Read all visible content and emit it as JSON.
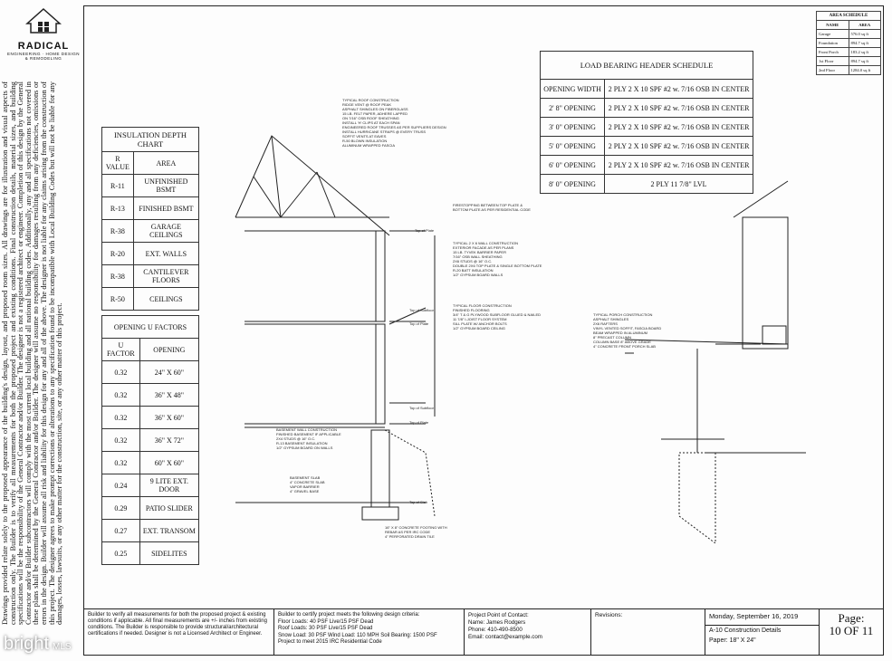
{
  "logo": {
    "name": "RADICAL",
    "sub": "ENGINEERING · HOME DESIGN & REMODELING"
  },
  "disclaimer": "Drawings provided relate solely to the proposed appearance of the building's design, layout, and proposed room sizes. All drawings are for illustration and visual aspects of construction only. The Builder is to verify all measurements for both the proposed project and existing conditions. Final construction details, material sizes, and building specifications will be the responsibility of the General Contractor and/or Builder. The designer is not a registered architect or engineer. Completion of this design by the General Contractor and/or Builder subcontractors will comply with the most current local building and all national building codes. Additionally, any and all specifications not covered in these plans shall be determined by the General Contractor and/or Builder. The designer will assume no responsibility for damages resulting from any deficiencies, omissions or errors in the design. Builder will assume all risk and liability for this design for any and all of the above. The designer is not liable for any claims arising from the construction of this project. The designer agrees to make prompt corrections or alterations to any specification found to be incompatible with Local Building Codes but will not be liable for any damages, losses, lawsuits, or any other matter for the construction, site, or any other matter of this project.",
  "area_schedule": {
    "title": "AREA SCHEDULE",
    "headers": [
      "NAME",
      "AREA"
    ],
    "rows": [
      [
        "Garage",
        "576.0 sq ft"
      ],
      [
        "Foundation",
        "894.7 sq ft"
      ],
      [
        "Front Porch",
        "183.2 sq ft"
      ],
      [
        "1st Floor",
        "894.7 sq ft"
      ],
      [
        "2nd Floor",
        "1284.0 sq ft"
      ]
    ]
  },
  "insulation": {
    "title": "INSULATION DEPTH CHART",
    "headers": [
      "R VALUE",
      "AREA"
    ],
    "rows": [
      [
        "R-11",
        "UNFINISHED BSMT"
      ],
      [
        "R-13",
        "FINISHED BSMT"
      ],
      [
        "R-38",
        "GARAGE CEILINGS"
      ],
      [
        "R-20",
        "EXT. WALLS"
      ],
      [
        "R-38",
        "CANTILEVER FLOORS"
      ],
      [
        "R-50",
        "CEILINGS"
      ]
    ]
  },
  "u_factors": {
    "title": "OPENING U FACTORS",
    "headers": [
      "U FACTOR",
      "OPENING"
    ],
    "rows": [
      [
        "0.32",
        "24\" X 60\""
      ],
      [
        "0.32",
        "36\" X 48\""
      ],
      [
        "0.32",
        "36\" X 60\""
      ],
      [
        "0.32",
        "36\" X 72\""
      ],
      [
        "0.32",
        "60\" X 60\""
      ],
      [
        "0.24",
        "9 LITE EXT. DOOR"
      ],
      [
        "0.29",
        "PATIO SLIDER"
      ],
      [
        "0.27",
        "EXT. TRANSOM"
      ],
      [
        "0.25",
        "SIDELITES"
      ]
    ]
  },
  "header_schedule": {
    "title": "LOAD BEARING HEADER SCHEDULE",
    "headers": [
      "OPENING WIDTH",
      "2 PLY 2 X 10 SPF #2 w. 7/16 OSB IN CENTER"
    ],
    "rows": [
      [
        "2' 8\"  OPENING",
        "2 PLY 2 X 10 SPF #2 w. 7/16 OSB IN CENTER"
      ],
      [
        "3' 0\"  OPENING",
        "2 PLY 2 X 10 SPF #2 w. 7/16 OSB IN CENTER"
      ],
      [
        "5' 0\"  OPENING",
        "2 PLY 2 X 10 SPF #2 w. 7/16 OSB IN CENTER"
      ],
      [
        "6' 0\"  OPENING",
        "2 PLY 2 X 10 SPF #2 w. 7/16 OSB IN CENTER"
      ],
      [
        "8' 0\"  OPENING",
        "2 PLY 11 7/8\" LVL"
      ]
    ]
  },
  "notes": {
    "roof": "TYPICAL ROOF CONSTRUCTION\nRIDGE VENT @ ROOF PEAK\nASPHALT SHINGLES ON FIBERGLASS\n15 LB. FELT PAPER, ADHERE LAPPED\nON 7/16\" OSB ROOF SHEATHING\nINSTALL 'H' CLIPS AT EACH SPAN\nENGINEERED ROOF TRUSSES AS PER SUPPLIERS DESIGN\nINSTALL HURRICANE STRAPS @ EVERY TRUSS\nSOFFIT VENTS AT EAVES\nR-50 BLOWN INSULATION\nALUMINUM WRAPPED FASCIA",
    "wall": "TYPICAL 2 X 6 WALL CONSTRUCTION\nEXTERIOR FACADE AS PER PLANS\n15 LB. TYVEK BARRIER PAPER\n7/16\" OSB WALL SHEATHING\n2X6 STUDS @ 16\" O.C.\nDOUBLE 2X6 TOP PLATE & SINGLE BOTTOM PLATE\nR-20 BATT INSULATION\n1/2\" GYPSUM BOARD WALLS",
    "floor": "TYPICAL FLOOR CONSTRUCTION\nFINISHED FLOORING\n3/4\" T & G PLYWOOD SUBFLOOR GLUED & NAILED\n11 7/8\" I-JOIST FLOOR SYSTEM\nSILL PLATE W/ ANCHOR BOLTS\n1/2\" GYPSUM BOARD CEILING",
    "basement": "BASEMENT WALL CONSTRUCTION\nFINISHED BASEMENT IF APPLICABLE\n2X4 STUDS @ 16\" O.C.\nR-13 BASEMENT INSULATION\n1/2\" GYPSUM BOARD ON WALLS",
    "slab": "BASEMENT SLAB\n4\" CONCRETE SLAB\nVAPOR BARRIER\n4\" GRAVEL BASE",
    "footing": "16\" X 8\" CONCRETE FOOTING WITH\nREBAR AS PER IRC CODE\n4\" PERFORATED DRAIN TILE",
    "fire": "FIRESTOPPING BETWEEN TOP PLATE &\nBOTTOM PLATE AS PER RESIDENTIAL CODE",
    "porch": "TYPICAL PORCH CONSTRUCTION\nASPHALT SHINGLES\n2X6 RAFTERS\nVINYL VENTED SOFFIT, FASCIA BOARD\nBEAM WRAPPED IN ALUMINUM\n8\" PRECAST COLUMN\nCOLUMN BASE 8\" ABOVE GRADE\n4\" CONCRETE FRONT PORCH SLAB"
  },
  "levels": [
    "Top of Plate",
    "Top of Subfloor",
    "Top of Plate",
    "Top of Subfloor",
    "Top of Plate",
    "Top of Slab"
  ],
  "bottom": {
    "builder_note": "Builder to verify all measurements for both the proposed project & existing conditions if applicable. All final measurements are +/- inches from existing conditions. The Builder is responsible to provide structural/architectural certifications if needed. Designer is not a Licensed Architect or Engineer.",
    "criteria": "Builder to certify project meets the following design criteria:\nFloor Loads: 40 PSF Live/15 PSF Dead\nRoof Loads: 30 PSF Live/15 PSF Dead\nSnow Load: 30 PSF Wind Load: 110 MPH Soil Bearing: 1500 PSF\nProject to meet 2015 IRC Residential Code",
    "contact": "Project Point of Contact:\nName: James Rodgers\nPhone: 410-490-8500\nEmail: contact@example.com",
    "revisions": "Revisions:",
    "date": "Monday, September 16, 2019",
    "sheet_title": "A-10 Construction Details",
    "paper": "Paper: 18\" X 24\"",
    "page_label": "Page:",
    "page_num": "10 OF 11"
  },
  "watermark": {
    "brand": "bright",
    "suffix": "MLS"
  }
}
